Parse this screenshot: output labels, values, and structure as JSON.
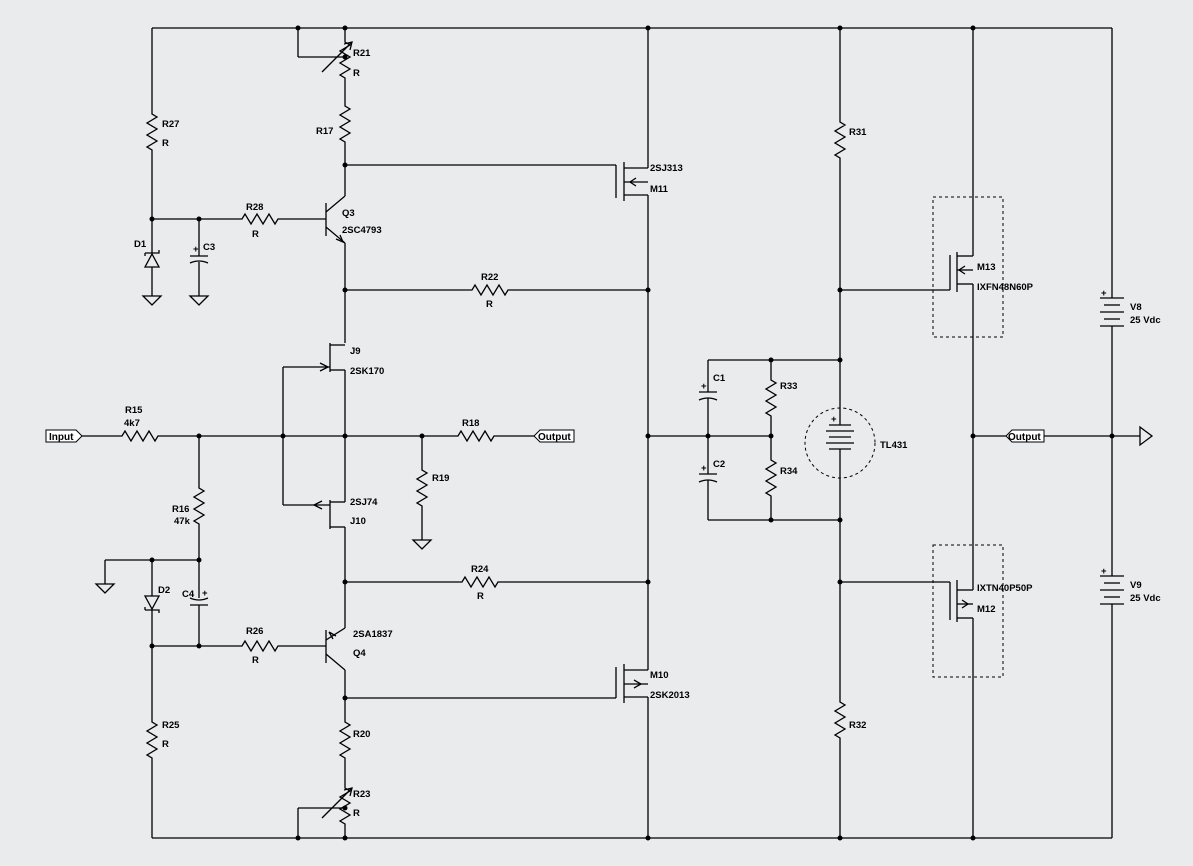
{
  "components": {
    "R21": {
      "ref": "R21",
      "value": "R"
    },
    "R17": {
      "ref": "R17",
      "value": ""
    },
    "R27": {
      "ref": "R27",
      "value": "R"
    },
    "R28": {
      "ref": "R28",
      "value": "R"
    },
    "Q3": {
      "ref": "Q3",
      "value": "2SC4793"
    },
    "D1": {
      "ref": "D1"
    },
    "C3": {
      "ref": "C3"
    },
    "M11": {
      "ref": "M11",
      "value": "2SJ313"
    },
    "R22": {
      "ref": "R22",
      "value": "R"
    },
    "J9": {
      "ref": "J9",
      "value": "2SK170"
    },
    "R15": {
      "ref": "R15",
      "value": "4k7"
    },
    "R16": {
      "ref": "R16",
      "value": "47k"
    },
    "R18": {
      "ref": "R18"
    },
    "R19": {
      "ref": "R19"
    },
    "J10": {
      "ref": "J10",
      "value": "2SJ74"
    },
    "D2": {
      "ref": "D2"
    },
    "C4": {
      "ref": "C4"
    },
    "R24": {
      "ref": "R24",
      "value": "R"
    },
    "R26": {
      "ref": "R26",
      "value": "R"
    },
    "Q4": {
      "ref": "Q4",
      "value": "2SA1837"
    },
    "M10": {
      "ref": "M10",
      "value": "2SK2013"
    },
    "R25": {
      "ref": "R25",
      "value": "R"
    },
    "R20": {
      "ref": "R20",
      "value": ""
    },
    "R23": {
      "ref": "R23",
      "value": "R"
    },
    "R31": {
      "ref": "R31"
    },
    "R32": {
      "ref": "R32"
    },
    "C1": {
      "ref": "C1"
    },
    "C2": {
      "ref": "C2"
    },
    "R33": {
      "ref": "R33"
    },
    "R34": {
      "ref": "R34"
    },
    "TL431": {
      "ref": "TL431"
    },
    "M13": {
      "ref": "M13",
      "value": "IXFN48N60P"
    },
    "M12": {
      "ref": "M12",
      "value": "IXTN40P50P"
    },
    "V8": {
      "ref": "V8",
      "value": "25 Vdc"
    },
    "V9": {
      "ref": "V9",
      "value": "25 Vdc"
    }
  },
  "ports": {
    "input": "Input",
    "output1": "Output",
    "output2": "Output"
  },
  "polarity": {
    "plus": "+"
  }
}
